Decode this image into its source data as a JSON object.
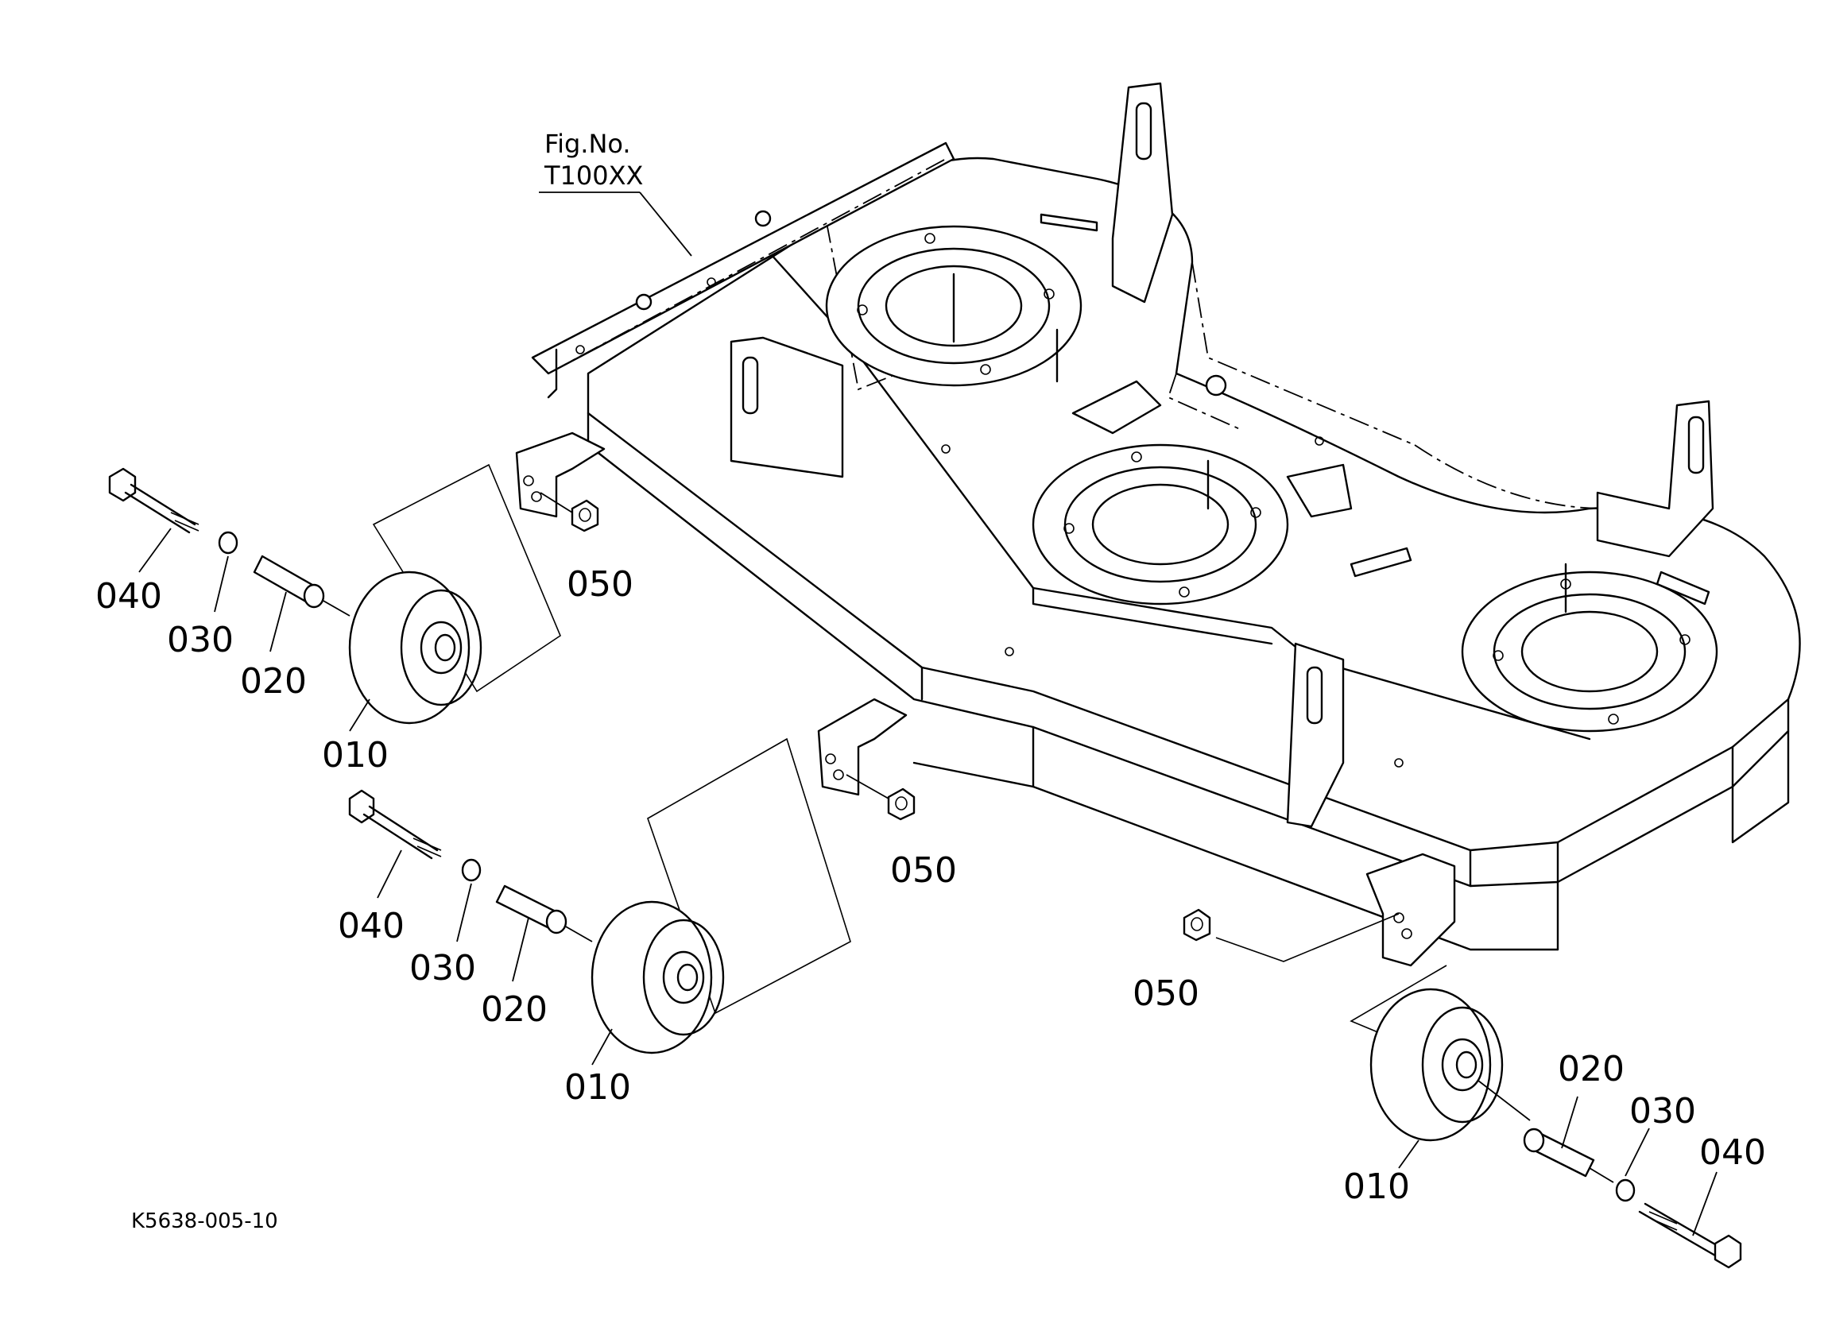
{
  "figure_reference": {
    "line1": "Fig.No.",
    "line2": "T100XX"
  },
  "part_code": "K5638-005-10",
  "callouts": {
    "left_front": {
      "bolt": "040",
      "washer": "030",
      "collar": "020",
      "wheel": "010",
      "nut": "050"
    },
    "left_mid": {
      "bolt": "040",
      "washer": "030",
      "collar": "020",
      "wheel": "010",
      "nut": "050"
    },
    "right": {
      "bolt": "040",
      "washer": "030",
      "collar": "020",
      "wheel": "010",
      "nut": "050"
    }
  }
}
